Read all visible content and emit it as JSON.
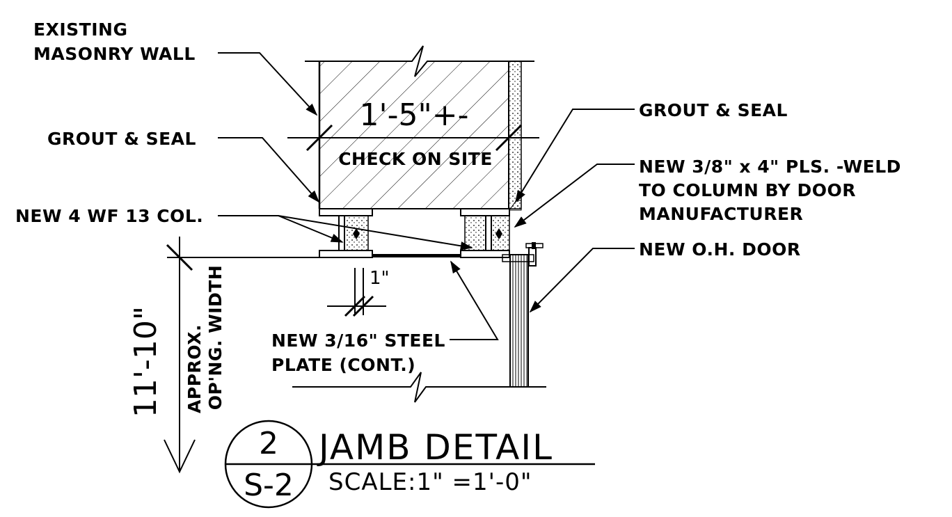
{
  "labels": {
    "existing_wall_1": "EXISTING",
    "existing_wall_2": "MASONRY WALL",
    "grout_left": "GROUT & SEAL",
    "grout_right": "GROUT & SEAL",
    "new_col": "NEW 4 WF 13 COL.",
    "plate_note_1": "NEW 3/8\" x 4\" PLS. -WELD",
    "plate_note_2": "TO COLUMN BY DOOR",
    "plate_note_3": "MANUFACTURER",
    "oh_door": "NEW O.H. DOOR",
    "steel_plate_1": "NEW 3/16\" STEEL",
    "steel_plate_2": "PLATE (CONT.)",
    "check_on_site": "CHECK ON SITE"
  },
  "dimensions": {
    "wall_thickness": "1'-5\"+-",
    "gap": "1\"",
    "opening_width": "11'-10\"",
    "opening_note_1": "APPROX.",
    "opening_note_2": "OP'NG. WIDTH"
  },
  "title_block": {
    "detail_number": "2",
    "sheet_number": "S-2",
    "title": "JAMB DETAIL",
    "scale": "SCALE:1\" =1'-0\""
  }
}
